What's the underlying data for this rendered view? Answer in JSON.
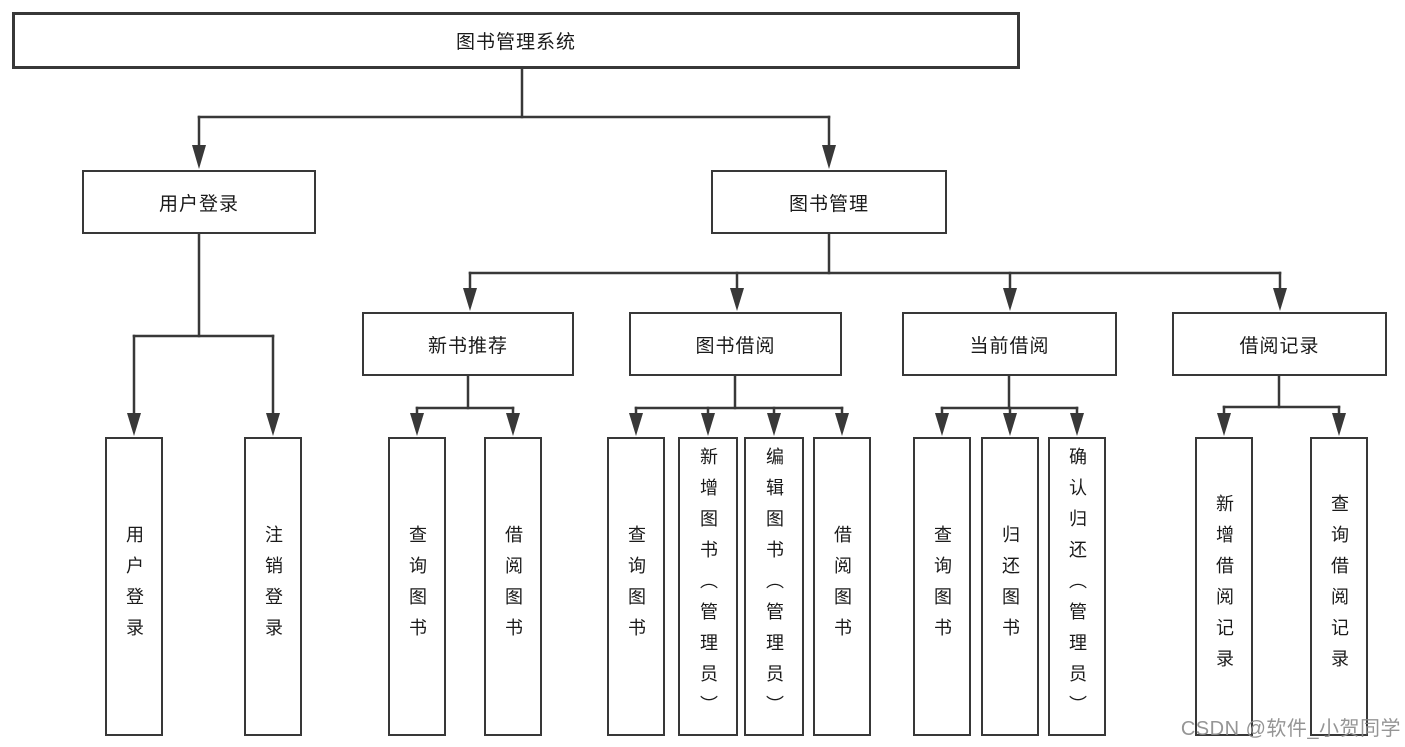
{
  "diagram": {
    "root": {
      "label": "图书管理系统"
    },
    "level1": [
      {
        "label": "用户登录"
      },
      {
        "label": "图书管理"
      }
    ],
    "level2": [
      {
        "label": "新书推荐"
      },
      {
        "label": "图书借阅"
      },
      {
        "label": "当前借阅"
      },
      {
        "label": "借阅记录"
      }
    ],
    "leaves": [
      {
        "label": "用户登录"
      },
      {
        "label": "注销登录"
      },
      {
        "label": "查询图书"
      },
      {
        "label": "借阅图书"
      },
      {
        "label": "查询图书"
      },
      {
        "label": "新增图书（管理员）"
      },
      {
        "label": "编辑图书（管理员）"
      },
      {
        "label": "借阅图书"
      },
      {
        "label": "查询图书"
      },
      {
        "label": "归还图书"
      },
      {
        "label": "确认归还（管理员）"
      },
      {
        "label": "新增借阅记录"
      },
      {
        "label": "查询借阅记录"
      }
    ]
  },
  "watermark": {
    "text": "CSDN @软件_小贺同学"
  },
  "colors": {
    "line": "#383838",
    "box_border": "#383838",
    "text": "#1a1a1a",
    "watermark": "#8c8c8c",
    "background": "#ffffff"
  }
}
